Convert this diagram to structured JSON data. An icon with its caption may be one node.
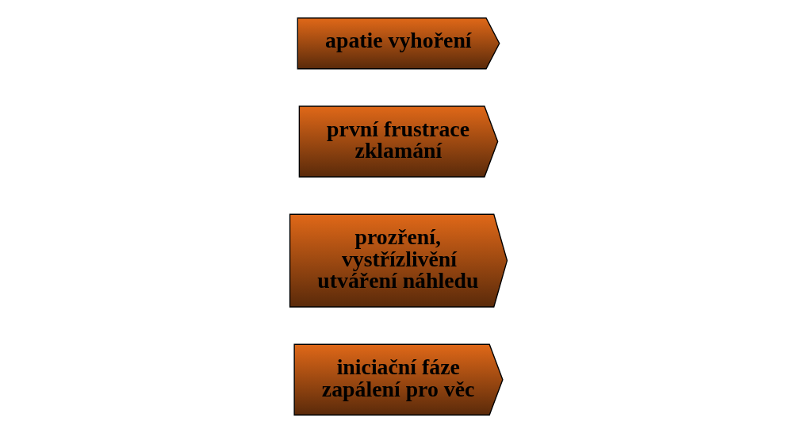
{
  "diagram": {
    "nodes": [
      {
        "text": [
          "iniciační fáze zapálení pro věc"
        ]
      },
      {
        "text": [
          "prozření, vystřízlivění utváření náhledu"
        ]
      },
      {
        "text": [
          "první frustrace zklamání"
        ]
      },
      {
        "text": [
          "apatie vyhoření"
        ]
      }
    ]
  }
}
